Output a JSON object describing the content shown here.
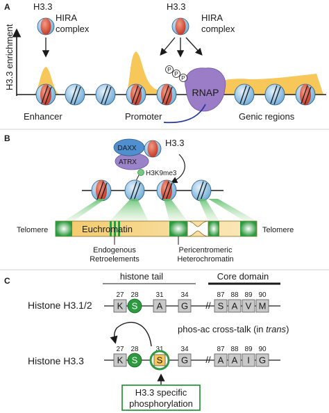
{
  "colors": {
    "h33_red": "#d6452f",
    "nucleosome_blue": "#8fc3e6",
    "enrichment_yellow": "#f7c75a",
    "rnap_purple": "#9b7cc6",
    "daxx_blue": "#4f8fcf",
    "atrx_purple": "#9b83c9",
    "green": "#2d9a3f",
    "light_green": "#bfe3b4",
    "euchromatin_yellow": "#f6dc9b",
    "box_gray": "#c9c9c9"
  },
  "panel_a": {
    "letter": "A",
    "ylabel": "H3.3 enrichment",
    "h33_left": "H3.3",
    "hira_left_1": "HIRA",
    "hira_left_2": "complex",
    "h33_right": "H3.3",
    "hira_right_1": "HIRA",
    "hira_right_2": "complex",
    "p": "P",
    "rnap": "RNAP",
    "enhancer": "Enhancer",
    "promoter": "Promoter",
    "genic": "Genic regions"
  },
  "panel_b": {
    "letter": "B",
    "daxx": "DAXX",
    "atrx": "ATRX",
    "h33": "H3.3",
    "h3k9me3": "H3K9me3",
    "telomere_left": "Telomere",
    "telomere_right": "Telomere",
    "euchromatin": "Euchromatin",
    "endogenous_1": "Endogenous",
    "endogenous_2": "Retroelements",
    "pericentromeric_1": "Pericentromeric",
    "pericentromeric_2": "Heterochromatin"
  },
  "panel_c": {
    "letter": "C",
    "histone_tail": "histone tail",
    "core_domain": "Core domain",
    "row1_label": "Histone H3.1/2",
    "row2_label": "Histone H3.3",
    "positions": [
      "27",
      "28",
      "31",
      "34",
      "87",
      "88",
      "89",
      "90"
    ],
    "row1_residues": [
      "K",
      "S",
      "A",
      "G",
      "S",
      "A",
      "V",
      "M"
    ],
    "row2_residues": [
      "K",
      "S",
      "S",
      "G",
      "A",
      "A",
      "I",
      "G"
    ],
    "break_mark": "//",
    "crosstalk_1": "phos-ac cross-talk (in ",
    "crosstalk_2": "trans",
    "crosstalk_3": ")",
    "specific_1": "H3.3 specific",
    "specific_2": "phosphorylation"
  }
}
